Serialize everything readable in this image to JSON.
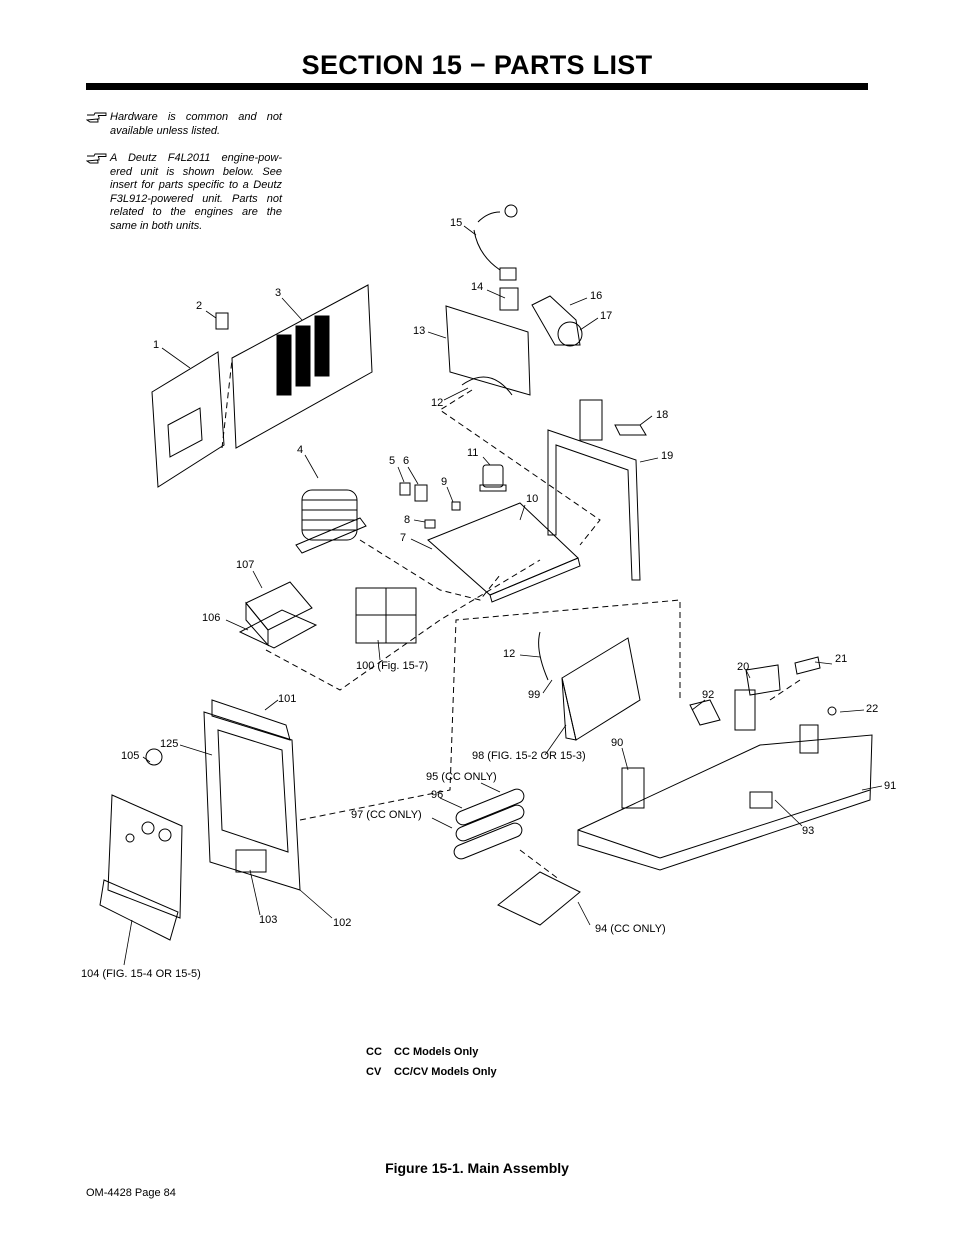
{
  "section_title": "SECTION 15 − PARTS LIST",
  "notes": [
    "Hardware is common and not available unless listed.",
    "A Deutz F4L2011 engine-pow- ered unit is shown below. See insert for parts specific to a Deutz F3L912-powered unit. Parts not related to the engines are the same in both units."
  ],
  "note_icon": "pointing-hand-icon",
  "callouts": [
    "1",
    "2",
    "3",
    "4",
    "5",
    "6",
    "7",
    "8",
    "9",
    "10",
    "11",
    "12",
    "13",
    "14",
    "15",
    "16",
    "17",
    "18",
    "19",
    "20",
    "21",
    "22",
    "90",
    "91",
    "92",
    "93",
    "94 (CC ONLY)",
    "95 (CC ONLY)",
    "96",
    "97 (CC ONLY)",
    "98 (FIG. 15-2 OR 15-3)",
    "99",
    "100 (Fig. 15-7)",
    "101",
    "102",
    "103",
    "104 (FIG. 15-4 OR 15-5)",
    "105",
    "106",
    "107",
    "125",
    "12"
  ],
  "legend": [
    {
      "code": "CC",
      "desc": "CC Models Only"
    },
    {
      "code": "CV",
      "desc": "CC/CV Models Only"
    }
  ],
  "figure_caption": "Figure 15-1. Main Assembly",
  "footer": "OM-4428 Page 84"
}
